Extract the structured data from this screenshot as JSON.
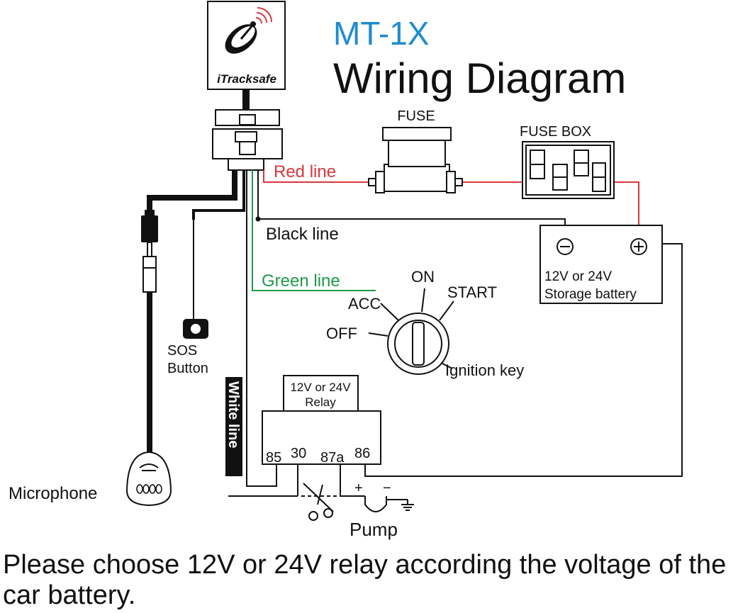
{
  "header": {
    "model": "MT-1X",
    "title": "Wiring Diagram",
    "model_color": "#1e8bd0"
  },
  "device": {
    "brand": "iTracksafe"
  },
  "labels": {
    "fuse": "FUSE",
    "fuse_box": "FUSE BOX",
    "red_line": "Red line",
    "black_line": "Black line",
    "green_line": "Green  line",
    "white_line": "White  line",
    "battery_line1": "12V or 24V",
    "battery_line2": "Storage battery",
    "acc": "ACC",
    "on": "ON",
    "start": "START",
    "off": "OFF",
    "ignition_key": "Ignition key",
    "sos_line1": "SOS",
    "sos_line2": "Button",
    "relay_line1": "12V or 24V",
    "relay_line2": "Relay",
    "pin_85": "85",
    "pin_30": "30",
    "pin_87a": "87a",
    "pin_86": "86",
    "microphone": "Microphone",
    "pump": "Pump",
    "plus": "+",
    "minus": "−"
  },
  "colors": {
    "red_wire": "#d9363e",
    "green_wire": "#1f9a48",
    "black_wire": "#111111"
  },
  "footer": {
    "note": "Please choose 12V or 24V relay according the voltage of the car battery."
  }
}
